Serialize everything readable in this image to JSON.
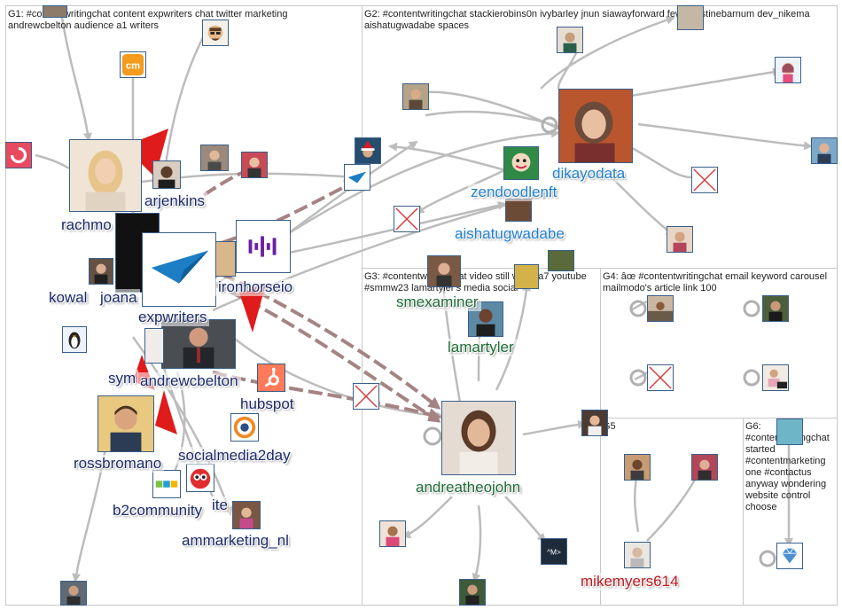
{
  "groups": [
    {
      "id": "G1",
      "title": "G1: #contentwritingchat content expwriters chat twitter marketing andrewcbelton audience a1 writers"
    },
    {
      "id": "G2",
      "title": "G2: #contentwritingchat stackierobins0n ivybarley jnun siawayforward few christinebarnum dev_nikema aishatugwadabe spaces"
    },
    {
      "id": "G3",
      "title": "G3: #contentwritingchat video still world a7 youtube #smmw23 lamartyler's media social"
    },
    {
      "id": "G4",
      "title": "G4: âœ #contentwritingchat email keyword carousel mailmodo's article link 100"
    },
    {
      "id": "G5",
      "title": "G5"
    },
    {
      "id": "G6",
      "title": "G6: #contentwritingchat started #contentmarketing one #contactus anyway wondering website control choose"
    }
  ],
  "labels": {
    "rachmo": "rachmo",
    "arjenkins": "arjenkins",
    "kowal": "kowal",
    "joana": "joana",
    "ironhorseio": "ironhorseio",
    "expwriters": "expwriters",
    "sym": "sym",
    "andrewcbelton": "andrewcbelton",
    "hubspot": "hubspot",
    "rossbromano": "rossbromano",
    "socialmedia2day": "socialmedia2day",
    "b2community": "b2community",
    "ite": "ite",
    "ammarketing_nl": "ammarketing_nl",
    "zendoodlenft": "zendoodlenft",
    "dikayodata": "dikayodata",
    "aishatugwadabe": "aishatugwadabe",
    "smexaminer": "smexaminer",
    "lamartyler": "lamartyler",
    "andreatheojohn": "andreatheojohn",
    "mikemyers614": "mikemyers614"
  },
  "icons": {
    "cm": "cm",
    "am": "^M>"
  },
  "colors": {
    "g1_label": "#1a2a6c",
    "g2_label": "#1f7fd0",
    "g3_label": "#1e6b35",
    "g5_label": "#c0161b",
    "edge": "#b8b8b8",
    "edge_heavy": "#a07878",
    "panel_border": "#c8c8c8"
  }
}
